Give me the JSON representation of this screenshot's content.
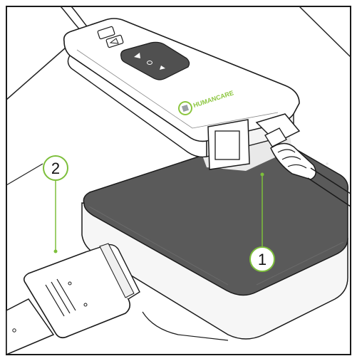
{
  "brand": {
    "logo_text": "HUMANCARE",
    "logo_subtext": "",
    "logo_icon": "hc-logo-icon"
  },
  "callouts": [
    {
      "id": "1",
      "label": "1"
    },
    {
      "id": "2",
      "label": "2"
    }
  ],
  "colors": {
    "accent_green": "#7dbf3b",
    "dark_panel": "#5a5a5a",
    "outline": "#1a1a1a",
    "base_light": "#f6f6f6"
  },
  "icons": [
    "up-arrow-icon",
    "down-arrow-icon",
    "dot-icon",
    "stop-icon"
  ]
}
